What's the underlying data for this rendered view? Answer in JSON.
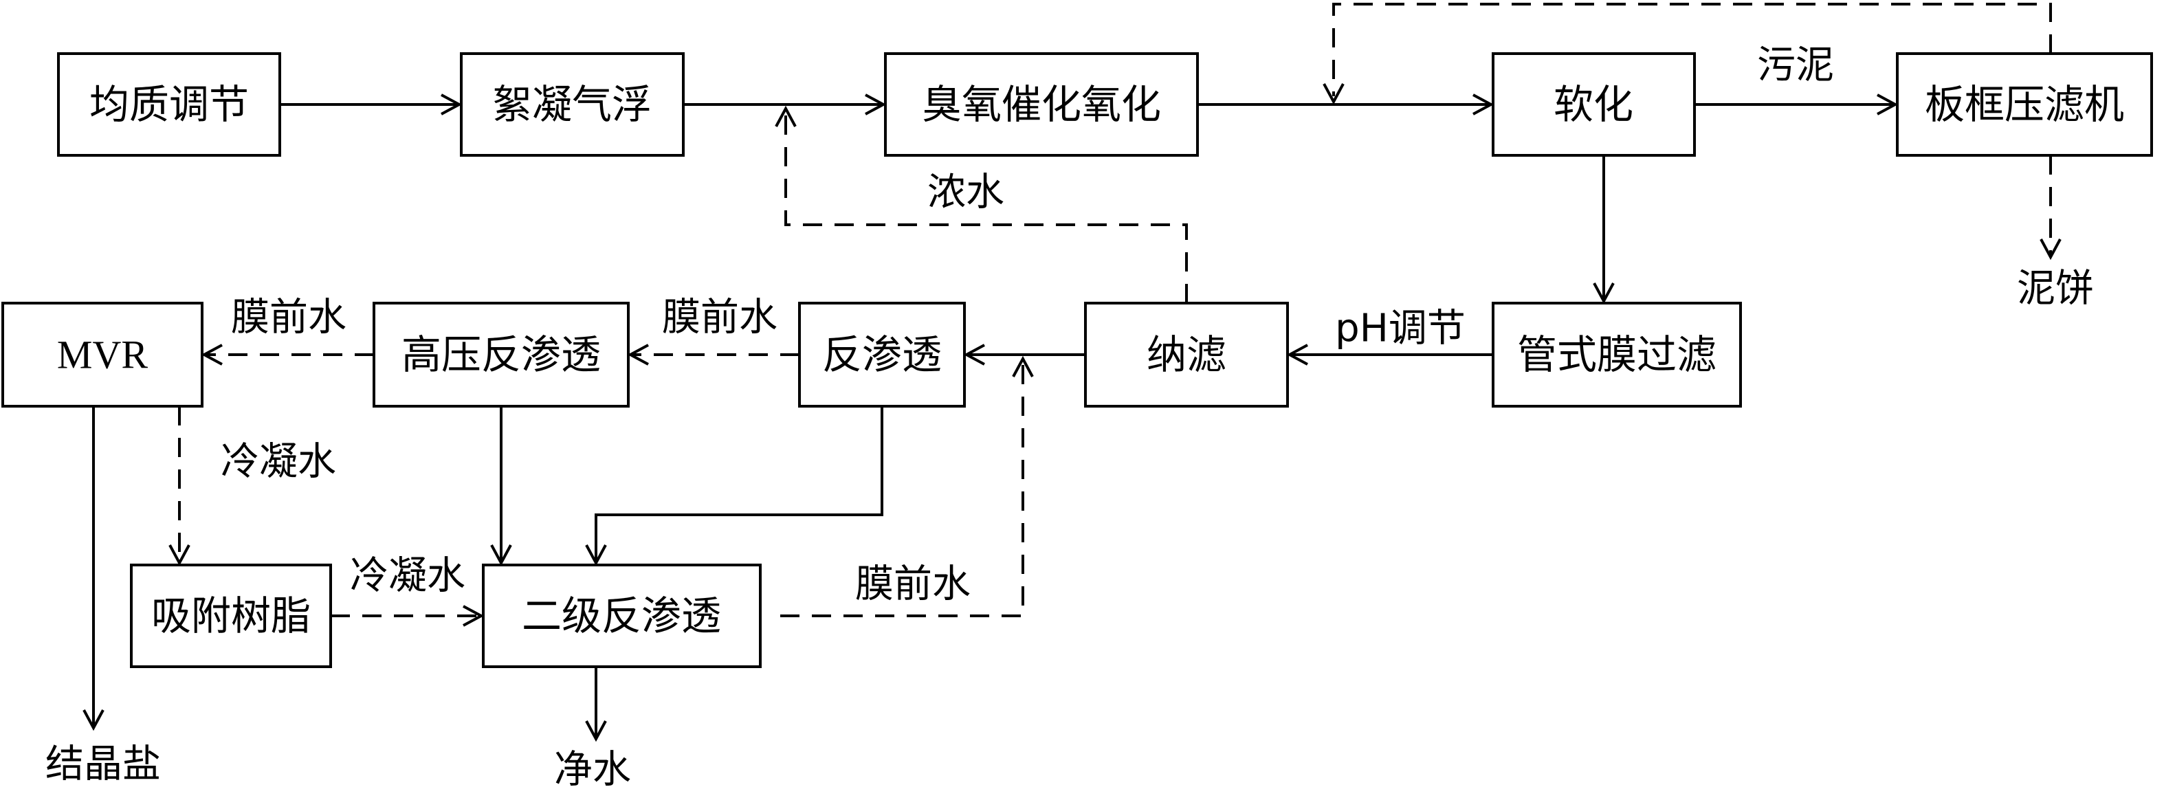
{
  "nodes": {
    "homogenize": "均质调节",
    "flotation": "絮凝气浮",
    "ozone": "臭氧催化氧化",
    "softening": "软化",
    "filter_press": "板框压滤机",
    "tube_membrane": "管式膜过滤",
    "nanofiltration": "纳滤",
    "ro": "反渗透",
    "hpro": "高压反渗透",
    "mvr": "MVR",
    "resin": "吸附树脂",
    "ro2": "二级反渗透"
  },
  "labels": {
    "sludge": "污泥",
    "cake": "泥饼",
    "concentrate": "浓水",
    "ph_adjust": "pH调节",
    "pre_membrane_1": "膜前水",
    "pre_membrane_2": "膜前水",
    "pre_membrane_3": "膜前水",
    "condensate_1": "冷凝水",
    "condensate_2": "冷凝水",
    "crystal_salt": "结晶盐",
    "clean_water": "净水"
  }
}
